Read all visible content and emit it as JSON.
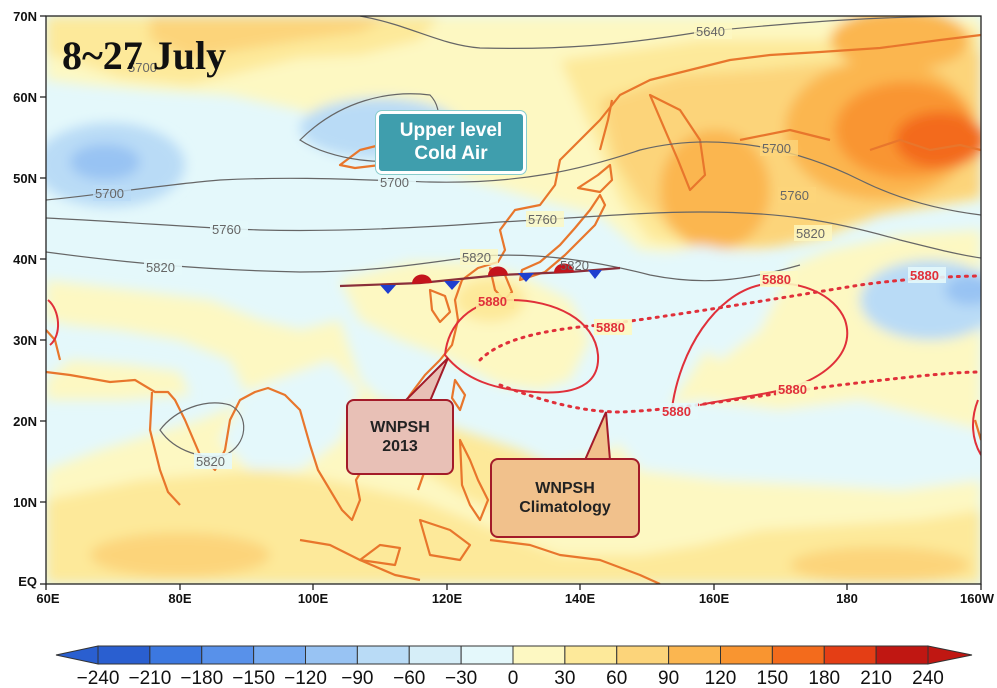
{
  "title": "8~27 July",
  "lat_ticks": [
    "70N",
    "60N",
    "50N",
    "40N",
    "30N",
    "20N",
    "10N",
    "EQ"
  ],
  "lon_ticks": [
    "60E",
    "80E",
    "100E",
    "120E",
    "140E",
    "160E",
    "180",
    "160W"
  ],
  "height_contours": [
    "5640",
    "5700",
    "5700",
    "5700",
    "5700",
    "5760",
    "5760",
    "5760",
    "5820",
    "5820",
    "5820",
    "5820",
    "5820"
  ],
  "ridge_labels": [
    "5880",
    "5880",
    "5880",
    "5880",
    "5880"
  ],
  "callouts": {
    "cold_air": [
      "Upper level",
      "Cold Air"
    ],
    "wnpsh_2013": [
      "WNPSH",
      "2013"
    ],
    "wnpsh_clim": [
      "WNPSH",
      "Climatology"
    ]
  },
  "colorbar": {
    "labels": [
      "−240",
      "−210",
      "−180",
      "−150",
      "−120",
      "−90",
      "−60",
      "−30",
      "0",
      "30",
      "60",
      "90",
      "120",
      "150",
      "180",
      "210",
      "240"
    ],
    "colors": [
      "#2a5fd0",
      "#3c78e0",
      "#5891ea",
      "#76aaf0",
      "#98c3f3",
      "#b9dbf6",
      "#d6eef8",
      "#e4f8fb",
      "#fdf8c2",
      "#fde99a",
      "#fcd47a",
      "#fbb650",
      "#f99530",
      "#f36b1c",
      "#e43e15",
      "#c01712"
    ]
  },
  "colors": {
    "coast": "#e8762c",
    "ridge": "#e0303a",
    "cold_front": "#1f3fcf",
    "warm_front": "#c4141c",
    "front_line": "#8a2f3a"
  }
}
